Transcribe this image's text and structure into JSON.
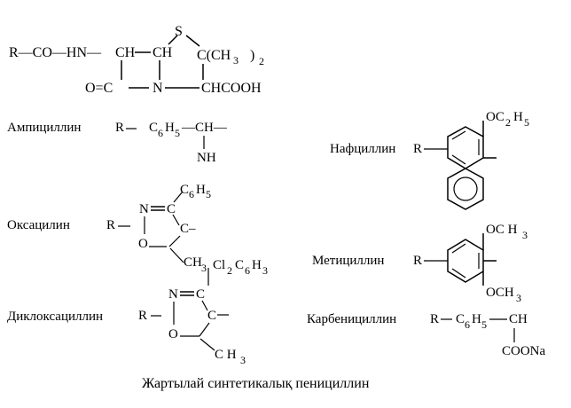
{
  "core": {
    "r_co_hn": "R—CO—HN—",
    "ch_left": "CH",
    "ch_right": "CH",
    "s": "S",
    "c_ch3_2": "C(CH",
    "ch3_sub": "3",
    "paren_close": ")",
    "paren_sub": "2",
    "o_eq_c": "O=C",
    "n": "N",
    "chcooh": "CHCOOH"
  },
  "ampicillin": {
    "name": "Ампициллин",
    "r": "R",
    "c6h5": "C",
    "c6h5_sub1": "6",
    "c6h5_h": "H",
    "c6h5_sub2": "5",
    "ch": "—CH—",
    "nh": "NH"
  },
  "nafcillin": {
    "name": "Нафциллин",
    "r": "R",
    "oc2h5": "OC",
    "oc2h5_sub1": "2",
    "oc2h5_h": "H",
    "oc2h5_sub2": "5"
  },
  "oxacillin": {
    "name": "Оксацилин",
    "r": "R",
    "n": "N",
    "c1": "C",
    "c6h5": "C",
    "c6h5_sub1": "6",
    "c6h5_h": "H",
    "c6h5_sub2": "5",
    "o": "O",
    "c2": "C–",
    "ch3": "CH",
    "ch3_sub": "3"
  },
  "methicillin": {
    "name": "Метициллин",
    "r": "R",
    "och3_top": "OC H",
    "och3_top_sub": "3",
    "och3_bottom": "OCH",
    "och3_bottom_sub": "3"
  },
  "dicloxacillin": {
    "name": "Диклоксациллин",
    "r": "R",
    "cl2c6h3": "Cl",
    "cl2c6h3_sub1": "2",
    "cl2c6h3_c": "C",
    "cl2c6h3_sub2": "6",
    "cl2c6h3_h": "H",
    "cl2c6h3_sub3": "3",
    "n": "N",
    "c1": "C",
    "o": "O",
    "c2": "C",
    "ch3": "C H",
    "ch3_sub": "3"
  },
  "carbenicillin": {
    "name": "Карбенициллин",
    "r": "R",
    "c6h5": "C",
    "c6h5_sub1": "6",
    "c6h5_h": "H",
    "c6h5_sub2": "5",
    "ch": "CH",
    "coona": "COONa"
  },
  "caption": "Жартылай синтетикалық пенициллин"
}
